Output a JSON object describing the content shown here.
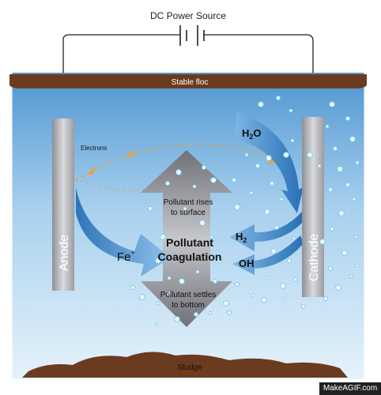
{
  "diagram": {
    "power_source_label": "DC Power Source",
    "stable_floc_label": "Stable floc",
    "electrons_label": "Electrons",
    "anode_label": "Anode",
    "cathode_label": "Cathode",
    "water_label": "H",
    "water_sub": "2",
    "water_tail": "O",
    "fe_label": "Fe",
    "fe_sup": "+",
    "h2_label": "H",
    "h2_sub": "2",
    "oh_label": "OH",
    "rises_line1": "Pollutant rises",
    "rises_line2": "to surface",
    "coag_line1": "Pollutant",
    "coag_line2": "Coagulation",
    "settles_line1": "Pollutant settles",
    "settles_line2": "to bottom",
    "sludge_label": "Sludge"
  },
  "watermark": "MakeAGIF.com",
  "colors": {
    "tank_water": "#8fc3e8",
    "floc": "#6b3b1f",
    "sludge": "#6b3b1f",
    "arrow_grey": "#7d7f85",
    "arrow_blue": "#2c78c0",
    "electron_arrow": "#e3a24a"
  }
}
